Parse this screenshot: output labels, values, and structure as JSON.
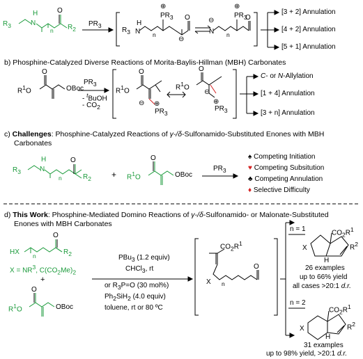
{
  "colors": {
    "green": "#1a9a3a",
    "red": "#d42020",
    "magenta": "#c2185b",
    "text": "#000000"
  },
  "section_a": {
    "reagent": "PR",
    "reagent_sub": "3",
    "substrate_left": "R",
    "substrate_left_sub": "3",
    "substrate_NH": "N",
    "substrate_H": "H",
    "substrate_n": "n",
    "substrate_O": "O",
    "substrate_R2": "R",
    "substrate_R2_sub": "2",
    "int1_PR3": "PR",
    "int1_PR3_sub": "3",
    "int1_N": "N",
    "int1_H": "H",
    "int1_n": "n",
    "int1_O": "O",
    "int2_PR3": "PR",
    "int2_PR3_sub": "3",
    "int2_N": "N",
    "int2_n": "n",
    "int2_O": "O",
    "outcomes": [
      "[3 + 2] Annulation",
      "[4 + 2] Annulation",
      "[5 + 1] Annulation"
    ]
  },
  "section_b": {
    "title": "b) Phosphine-Catalyzed Diverse Reactions of Morita-Baylis-Hillman (MBH) Carbonates",
    "substrate_R1O": "R",
    "substrate_R1O_sub": "1",
    "substrate_O": "O",
    "substrate_OBoc": "OBoc",
    "reagent_1": "PR",
    "reagent_1_sub": "3",
    "reagent_2_pre": "- ",
    "reagent_2_t": "t",
    "reagent_2": "BuOH",
    "reagent_3": "- CO",
    "reagent_3_sub": "2",
    "int1_R1O": "R",
    "int1_R1O_sub": "1",
    "int1_O": "O",
    "int1_PR3": "PR",
    "int1_PR3_sub": "3",
    "int2_R1O": "R",
    "int2_R1O_sub": "1",
    "int2_O": "O",
    "int2_PR3": "PR",
    "int2_PR3_sub": "3",
    "outcome_1_c": "C",
    "outcome_1_dash": "- or ",
    "outcome_1_n": "N",
    "outcome_1_rest": "-Allylation",
    "outcomes": [
      "[1 + 4] Annulation",
      "[3 + n] Annulation"
    ]
  },
  "section_c": {
    "title_prefix": "c) ",
    "title_bold": "Challenges",
    "title_rest_1": ": Phosphine-Catalyzed Reactions of ",
    "title_gamma": "γ-/δ",
    "title_rest_2": "-Sulfonamido-Substituted Enones with MBH",
    "title_line2": "Carbonates",
    "substrate_R3": "R",
    "substrate_R3_sub": "3",
    "substrate_N": "N",
    "substrate_H": "H",
    "substrate_n": "n",
    "substrate_O": "O",
    "substrate_R2": "R",
    "substrate_R2_sub": "2",
    "plus": "+",
    "mbh_R1O": "R",
    "mbh_R1O_sub": "1",
    "mbh_O": "O",
    "mbh_OBoc": "OBoc",
    "reagent": "PR",
    "reagent_sub": "3",
    "challenges": [
      {
        "symbol": "♠",
        "label": "Competing Initiation"
      },
      {
        "symbol": "♥",
        "label": "Competing Subsitution"
      },
      {
        "symbol": "♣",
        "label": "Competing Annulation"
      },
      {
        "symbol": "♦",
        "label": "Selective Difficulty"
      }
    ]
  },
  "section_d": {
    "title_prefix": "d) ",
    "title_bold": "This Work",
    "title_rest_1": ": Phosphine-Mediated Domino Reactions of ",
    "title_gamma": "γ-/δ",
    "title_rest_2": "-Sulfonamido- or Malonate-Substituted",
    "title_line2": "Enones with MBH Carbonates",
    "substrate_HX": "HX",
    "substrate_n": "n",
    "substrate_O": "O",
    "substrate_R2": "R",
    "substrate_R2_sub": "2",
    "x_def_1": "X = NR",
    "x_def_1_sub": "3",
    "x_def_2": ", C(CO",
    "x_def_2_sub": "2",
    "x_def_3": "Me)",
    "x_def_3_sub": "2",
    "plus": "+",
    "mbh_R1O": "R",
    "mbh_R1O_sub": "1",
    "mbh_O": "O",
    "mbh_OBoc": "OBoc",
    "cond_1": "PBu",
    "cond_1_sub": "3",
    "cond_1_rest": " (1.2 equiv)",
    "cond_2": "CHCl",
    "cond_2_sub": "3",
    "cond_2_rest": ", rt",
    "cond_3": "or R",
    "cond_3_sub": "3",
    "cond_3_rest": "P=O (30 mol%)",
    "cond_4": "Ph",
    "cond_4_sub": "2",
    "cond_4_b": "SiH",
    "cond_4_sub2": "2",
    "cond_4_rest": " (4.0 equiv)",
    "cond_5": "toluene, rt or 80 ºC",
    "int_CO2R1": "CO",
    "int_CO2R1_sub": "2",
    "int_CO2R1_r": "R",
    "int_CO2R1_sub2": "1",
    "int_X": "X",
    "int_n": "n",
    "int_O": "O",
    "branch_1": "n = 1",
    "branch_2": "n = 2",
    "prod1_CO2R1": "CO",
    "prod1_sub": "2",
    "prod1_r": "R",
    "prod1_sub2": "1",
    "prod1_X": "X",
    "prod1_H": "H",
    "prod1_R2": "R",
    "prod1_R2_sub": "2",
    "prod2_CO2R1": "CO",
    "prod2_sub": "2",
    "prod2_r": "R",
    "prod2_sub2": "1",
    "prod2_X": "X",
    "prod2_H": "H",
    "prod2_R2": "R",
    "prod2_R2_sub": "2",
    "result_1_line1": "26 examples",
    "result_1_line2": "up to 66% yield",
    "result_1_line3a": "all cases >20:1 ",
    "result_1_line3b": "d.r.",
    "result_2_line1": "31 examples",
    "result_2_line2a": "up to 98% yield, >20:1 ",
    "result_2_line2b": "d.r."
  }
}
